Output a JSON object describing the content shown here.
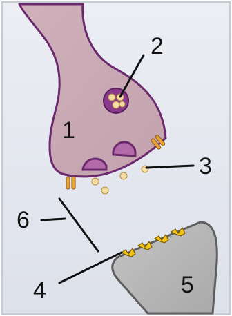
{
  "labels": {
    "one": "1",
    "two": "2",
    "three": "3",
    "four": "4",
    "five": "5",
    "six": "6"
  },
  "colors": {
    "background_top": "#e9ecf3",
    "background_bottom": "#dfe3ec",
    "neuron_fill": "#c9a8b3",
    "neuron_stroke": "#6b2a6e",
    "vesicle_fill": "#8a3a8c",
    "vesicle_light": "#f2dca3",
    "dendrite_fill": "#b8b8b8",
    "dendrite_stroke": "#5e5e5e",
    "receptor_fill": "#f0c419",
    "channel_fill": "#e8a23a"
  }
}
